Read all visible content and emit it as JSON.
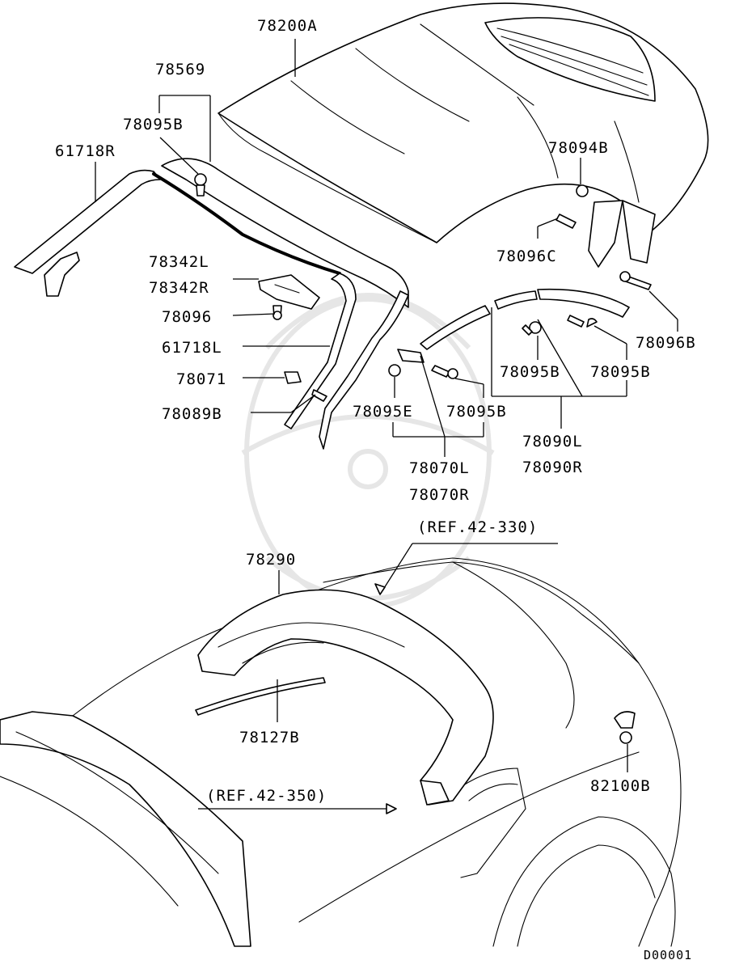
{
  "labels": {
    "roof_cover": "78200A",
    "l_78569": "78569",
    "l_78095B_top": "78095B",
    "l_61718R": "61718R",
    "l_78094B": "78094B",
    "l_78096C": "78096C",
    "l_78342L": "78342L",
    "l_78342R": "78342R",
    "l_78096": "78096",
    "l_61718L": "61718L",
    "l_78071": "78071",
    "l_78089B": "78089B",
    "l_78096B": "78096B",
    "l_78095B_a": "78095B",
    "l_78095B_b": "78095B",
    "l_78095E": "78095E",
    "l_78095B_c": "78095B",
    "l_78090L": "78090L",
    "l_78090R": "78090R",
    "l_78070L": "78070L",
    "l_78070R": "78070R",
    "ref_42_330": "(REF.42-330)",
    "l_78290": "78290",
    "l_78127B": "78127B",
    "l_82100B": "82100B",
    "ref_42_350": "(REF.42-350)",
    "diagram_code": "D00001"
  }
}
